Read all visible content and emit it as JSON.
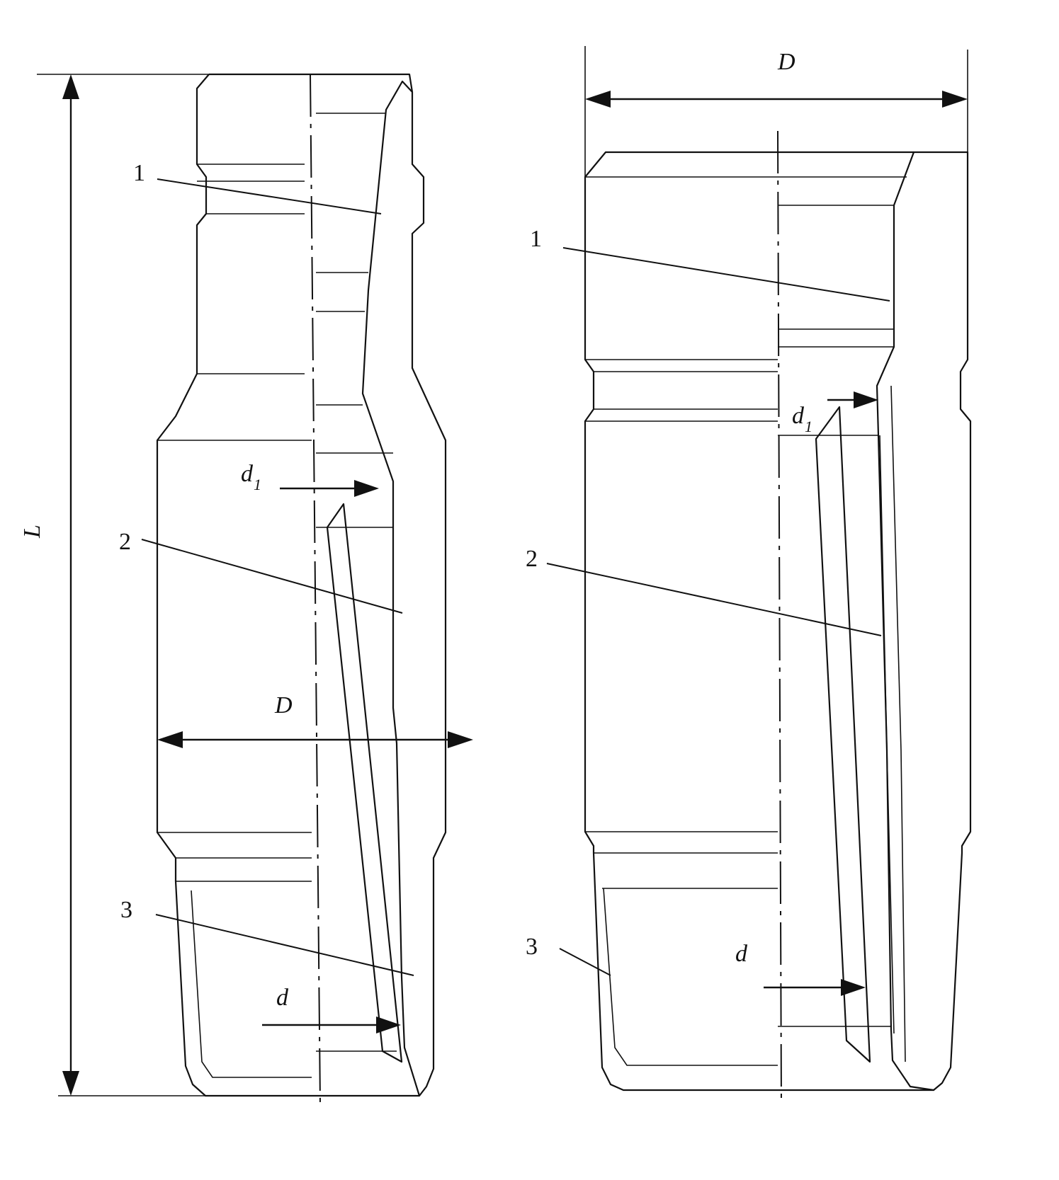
{
  "labels": {
    "left_1": "1",
    "left_2": "2",
    "left_3": "3",
    "right_1": "1",
    "right_2": "2",
    "right_3": "3",
    "L": "L",
    "left_D": "D",
    "right_D": "D",
    "left_d": "d",
    "right_d": "d",
    "left_d1_base": "d",
    "left_d1_sub": "1",
    "right_d1_base": "d",
    "right_d1_sub": "1"
  },
  "colors": {
    "ink": "#111111",
    "background": "#ffffff"
  }
}
